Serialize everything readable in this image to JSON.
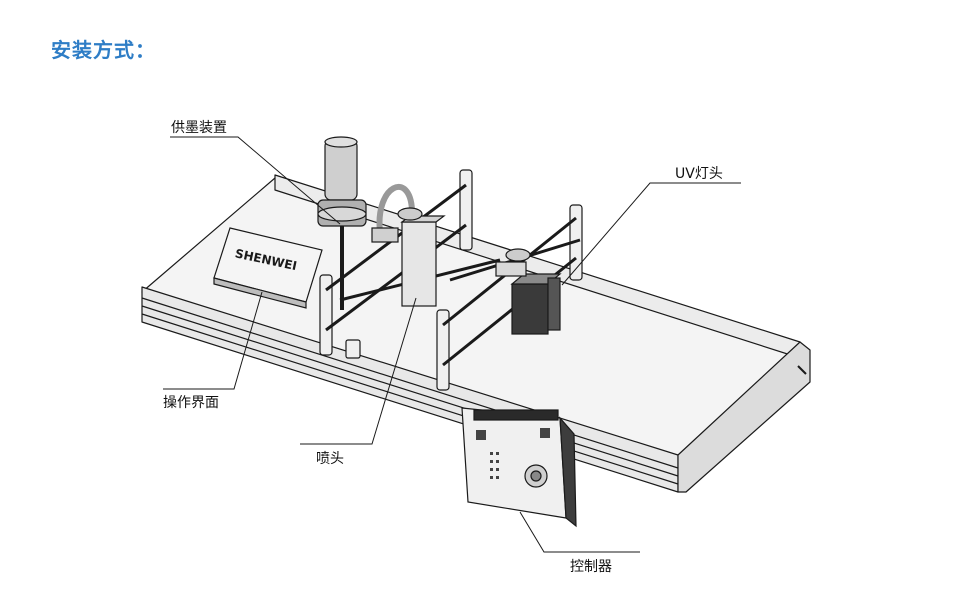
{
  "heading": "安装方式：",
  "brand_label": "SHENWEI",
  "callouts": {
    "ink_supply": "供墨装置",
    "uv_lamp": "UV灯头",
    "operation_panel": "操作界面",
    "print_head": "喷头",
    "controller": "控制器"
  },
  "colors": {
    "heading": "#2e7dc6",
    "line": "#1a1a1a",
    "frame": "#e9e9e9",
    "dark": "#2a2a2a"
  }
}
